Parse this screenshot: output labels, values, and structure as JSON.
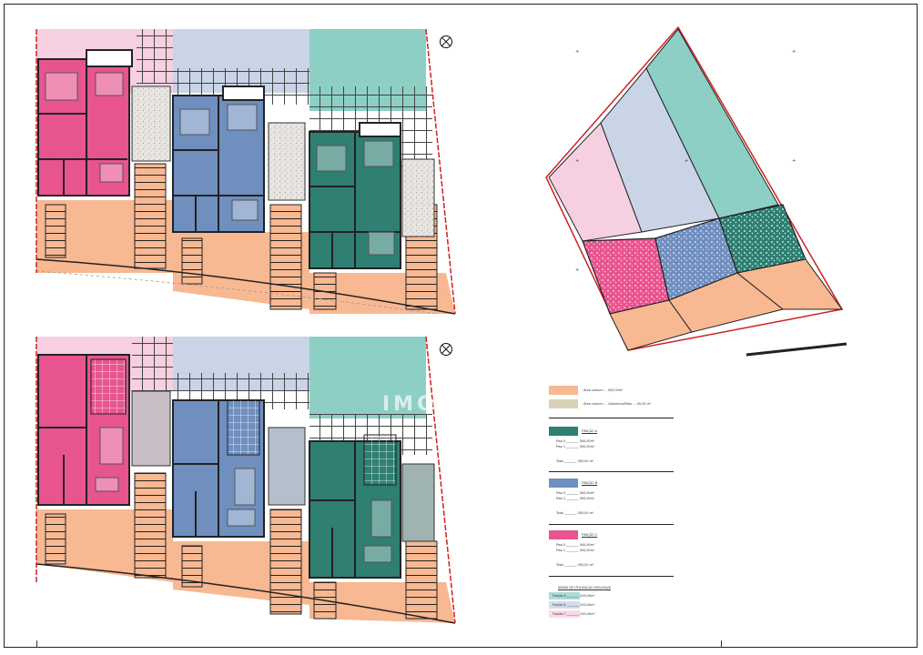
{
  "watermark": "IMO",
  "colors": {
    "house_1": "#e8548f",
    "house_2": "#6f8fbf",
    "house_3": "#2f7f73",
    "garden_1": "#f6cfe0",
    "garden_2": "#c9d4e6",
    "garden_3": "#8ecfc5",
    "patio": "#f7b892",
    "gravel": "#e6e2dc",
    "boundary": "#d02020"
  },
  "icons": [
    "north-compass-icon",
    "north-compass-icon"
  ],
  "legend": {
    "items": [
      {
        "label": "Área comum ... 000,00m²",
        "color": "#f7b892"
      },
      {
        "label": "Área comum ... Cobertura/Pátio ... 00,00 m²",
        "color": "#d8d2b8"
      }
    ],
    "units": [
      {
        "label": "FRAÇÃO A",
        "color": "#2f7f73",
        "lines": [
          "Piso 0 ________ 000,00m²",
          "Piso 1 ________ 000,00m²",
          "Total ________ 000,00 m²"
        ]
      },
      {
        "label": "FRAÇÃO B",
        "color": "#6f8fbf",
        "lines": [
          "Piso 0 ________ 000,00m²",
          "Piso 1 ________ 000,00m²",
          "Total ________ 000,00 m²"
        ]
      },
      {
        "label": "FRAÇÃO C",
        "color": "#e8548f",
        "lines": [
          "Piso 0 ________ 000,00m²",
          "Piso 1 ________ 000,00m²",
          "Total ________ 000,00 m²"
        ]
      }
    ],
    "gardens_title": "ÁREAS DE UTILIZAÇÃO EXCLUSIVA",
    "gardens": [
      {
        "label": "Fração A ________ 000,00m²",
        "color": "#a9dcd5"
      },
      {
        "label": "Fração B ________ 000,00m²",
        "color": "#d3dcea"
      },
      {
        "label": "Fração C ________ 000,00m²",
        "color": "#f8dbe7"
      }
    ]
  }
}
